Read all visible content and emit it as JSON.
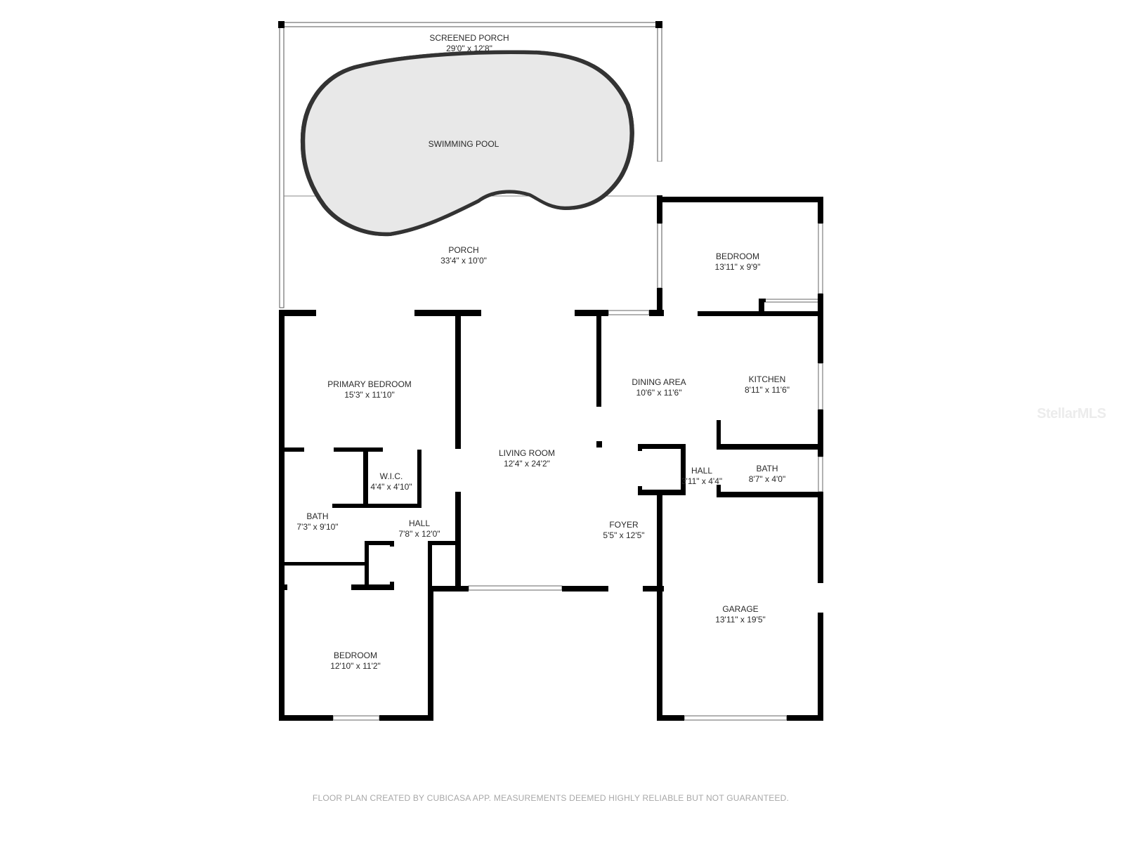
{
  "rooms": [
    {
      "name": "SCREENED PORCH",
      "dims": "29'0\" x 12'8\""
    },
    {
      "name": "SWIMMING POOL",
      "dims": ""
    },
    {
      "name": "PORCH",
      "dims": "33'4\" x 10'0\""
    },
    {
      "name": "BEDROOM",
      "dims": "13'11\" x 9'9\""
    },
    {
      "name": "PRIMARY BEDROOM",
      "dims": "15'3\" x 11'10\""
    },
    {
      "name": "DINING AREA",
      "dims": "10'6\" x 11'6\""
    },
    {
      "name": "KITCHEN",
      "dims": "8'11\" x 11'6\""
    },
    {
      "name": "LIVING ROOM",
      "dims": "12'4\" x 24'2\""
    },
    {
      "name": "W.I.C.",
      "dims": "4'4\" x 4'10\""
    },
    {
      "name": "HALL",
      "dims": "3'11\" x 4'4\""
    },
    {
      "name": "BATH",
      "dims": "8'7\" x 4'0\""
    },
    {
      "name": "BATH",
      "dims": "7'3\" x 9'10\""
    },
    {
      "name": "HALL",
      "dims": "7'8\" x 12'0\""
    },
    {
      "name": "FOYER",
      "dims": "5'5\" x 12'5\""
    },
    {
      "name": "GARAGE",
      "dims": "13'11\" x 19'5\""
    },
    {
      "name": "BEDROOM",
      "dims": "12'10\" x 11'2\""
    }
  ],
  "footer": "FLOOR PLAN CREATED BY CUBICASA APP. MEASUREMENTS DEEMED HIGHLY RELIABLE BUT NOT GUARANTEED.",
  "watermark": "StellarMLS",
  "colors": {
    "wall": "#000000",
    "pool_fill": "#e8e8e8",
    "text": "#2a2a2a",
    "footer": "#a8a8a8"
  }
}
